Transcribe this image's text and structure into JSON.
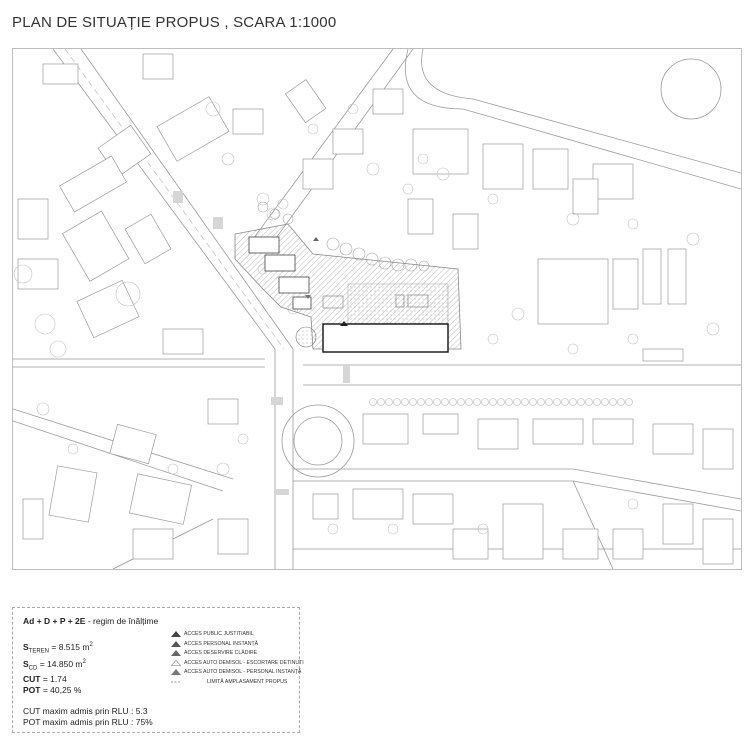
{
  "title": "PLAN DE SITUAȚIE PROPUS , SCARA 1:1000",
  "legend": {
    "regime_code": "Ad + D + P + 2E",
    "regime_text": " - regim de înălțime",
    "stats": [
      {
        "label": "S",
        "sub": "TEREN",
        "value": "=  8.515 m",
        "sup": "2"
      },
      {
        "label": "S",
        "sub": "CD",
        "value": "=  14.850 m",
        "sup": "2"
      },
      {
        "label": "CUT",
        "sub": "",
        "value": "=  1.74",
        "sup": ""
      },
      {
        "label": "POT",
        "sub": "",
        "value": "=  40,25 %",
        "sup": ""
      }
    ],
    "rlu_cut": "CUT maxim admis prin RLU : 5.3",
    "rlu_pot": "POT maxim admis prin RLU : 75%",
    "keys": [
      {
        "label": "ACCES PUBLIC JUSTITIABIL",
        "color": "#444444"
      },
      {
        "label": "ACCES PERSONAL INSTANȚĂ",
        "color": "#555555"
      },
      {
        "label": "ACCES DESERVIRE CLĂDIRE",
        "color": "#666666"
      },
      {
        "label": "ACCES AUTO DEMISOL - ESCORTARE DETINUTI",
        "color": "#bbbbbb"
      },
      {
        "label": "ACCES AUTO DEMISOL - PERSONAL INSTANȚĂ",
        "color": "#777777"
      },
      {
        "label": "LIMITĂ AMPLASAMENT PROPUS",
        "color": "#999999"
      }
    ]
  },
  "colors": {
    "line": "#9a9a9a",
    "dark": "#222222",
    "hatch": "#bdbdbd",
    "tree": "#c9c9c9"
  }
}
